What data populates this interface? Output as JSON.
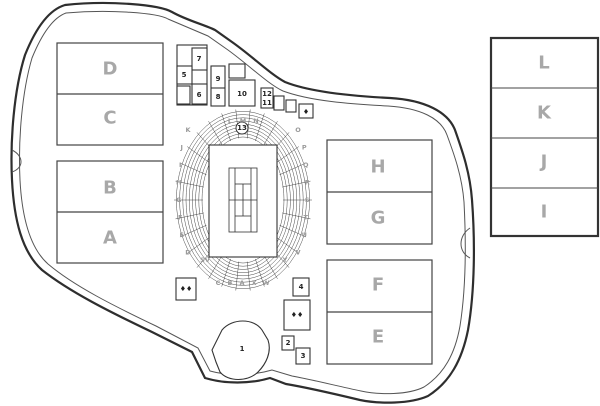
{
  "halls": [
    {
      "id": "hall-d",
      "label": "D"
    },
    {
      "id": "hall-c",
      "label": "C"
    },
    {
      "id": "hall-b",
      "label": "B"
    },
    {
      "id": "hall-a",
      "label": "A"
    },
    {
      "id": "hall-h",
      "label": "H"
    },
    {
      "id": "hall-g",
      "label": "G"
    },
    {
      "id": "hall-f",
      "label": "F"
    },
    {
      "id": "hall-e",
      "label": "E"
    }
  ],
  "side_halls": [
    "L",
    "K",
    "J",
    "I"
  ],
  "rooms": {
    "r1": "1",
    "r2": "2",
    "r3": "3",
    "r4": "4",
    "r5": "5",
    "r6": "6",
    "r7": "7",
    "r8": "8",
    "r9": "9",
    "r10": "10",
    "r11": "11",
    "r12": "12",
    "r13": "13"
  },
  "arena_sections": {
    "left": [
      "K",
      "J",
      "I",
      "H",
      "G",
      "F",
      "E",
      "D"
    ],
    "top": [
      "L",
      "M",
      "N"
    ],
    "right": [
      "O",
      "P",
      "Q",
      "R",
      "S",
      "T",
      "U",
      "V"
    ],
    "bottom": [
      "C",
      "B",
      "A",
      "X",
      "W"
    ],
    "corners": {
      "sw": "SV",
      "se": "Y"
    }
  }
}
